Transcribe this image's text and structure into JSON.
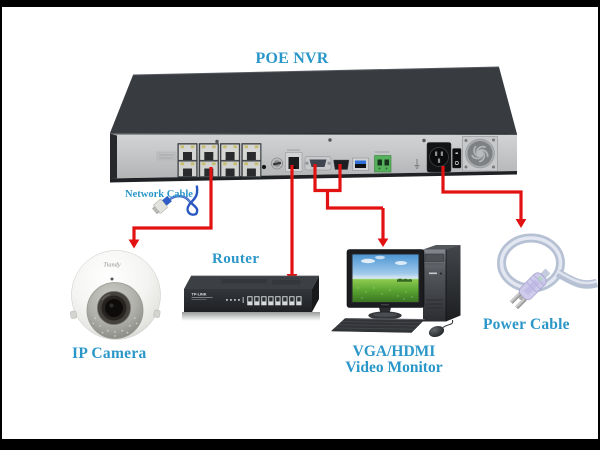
{
  "colors": {
    "label": "#2b96c8",
    "arrow": "#e31212",
    "background": "#ffffff",
    "frame": "#000000"
  },
  "title": {
    "text": "POE NVR"
  },
  "labels": {
    "network_cable": "Network Cable",
    "router": "Router",
    "ip_camera": "IP Camera",
    "monitor_line1": "VGA/HDMI",
    "monitor_line2": "Video Monitor",
    "power_cable": "Power Cable"
  },
  "device_markings": {
    "camera_brand": "Tiandy",
    "switch_brand": "TP-LINK"
  }
}
